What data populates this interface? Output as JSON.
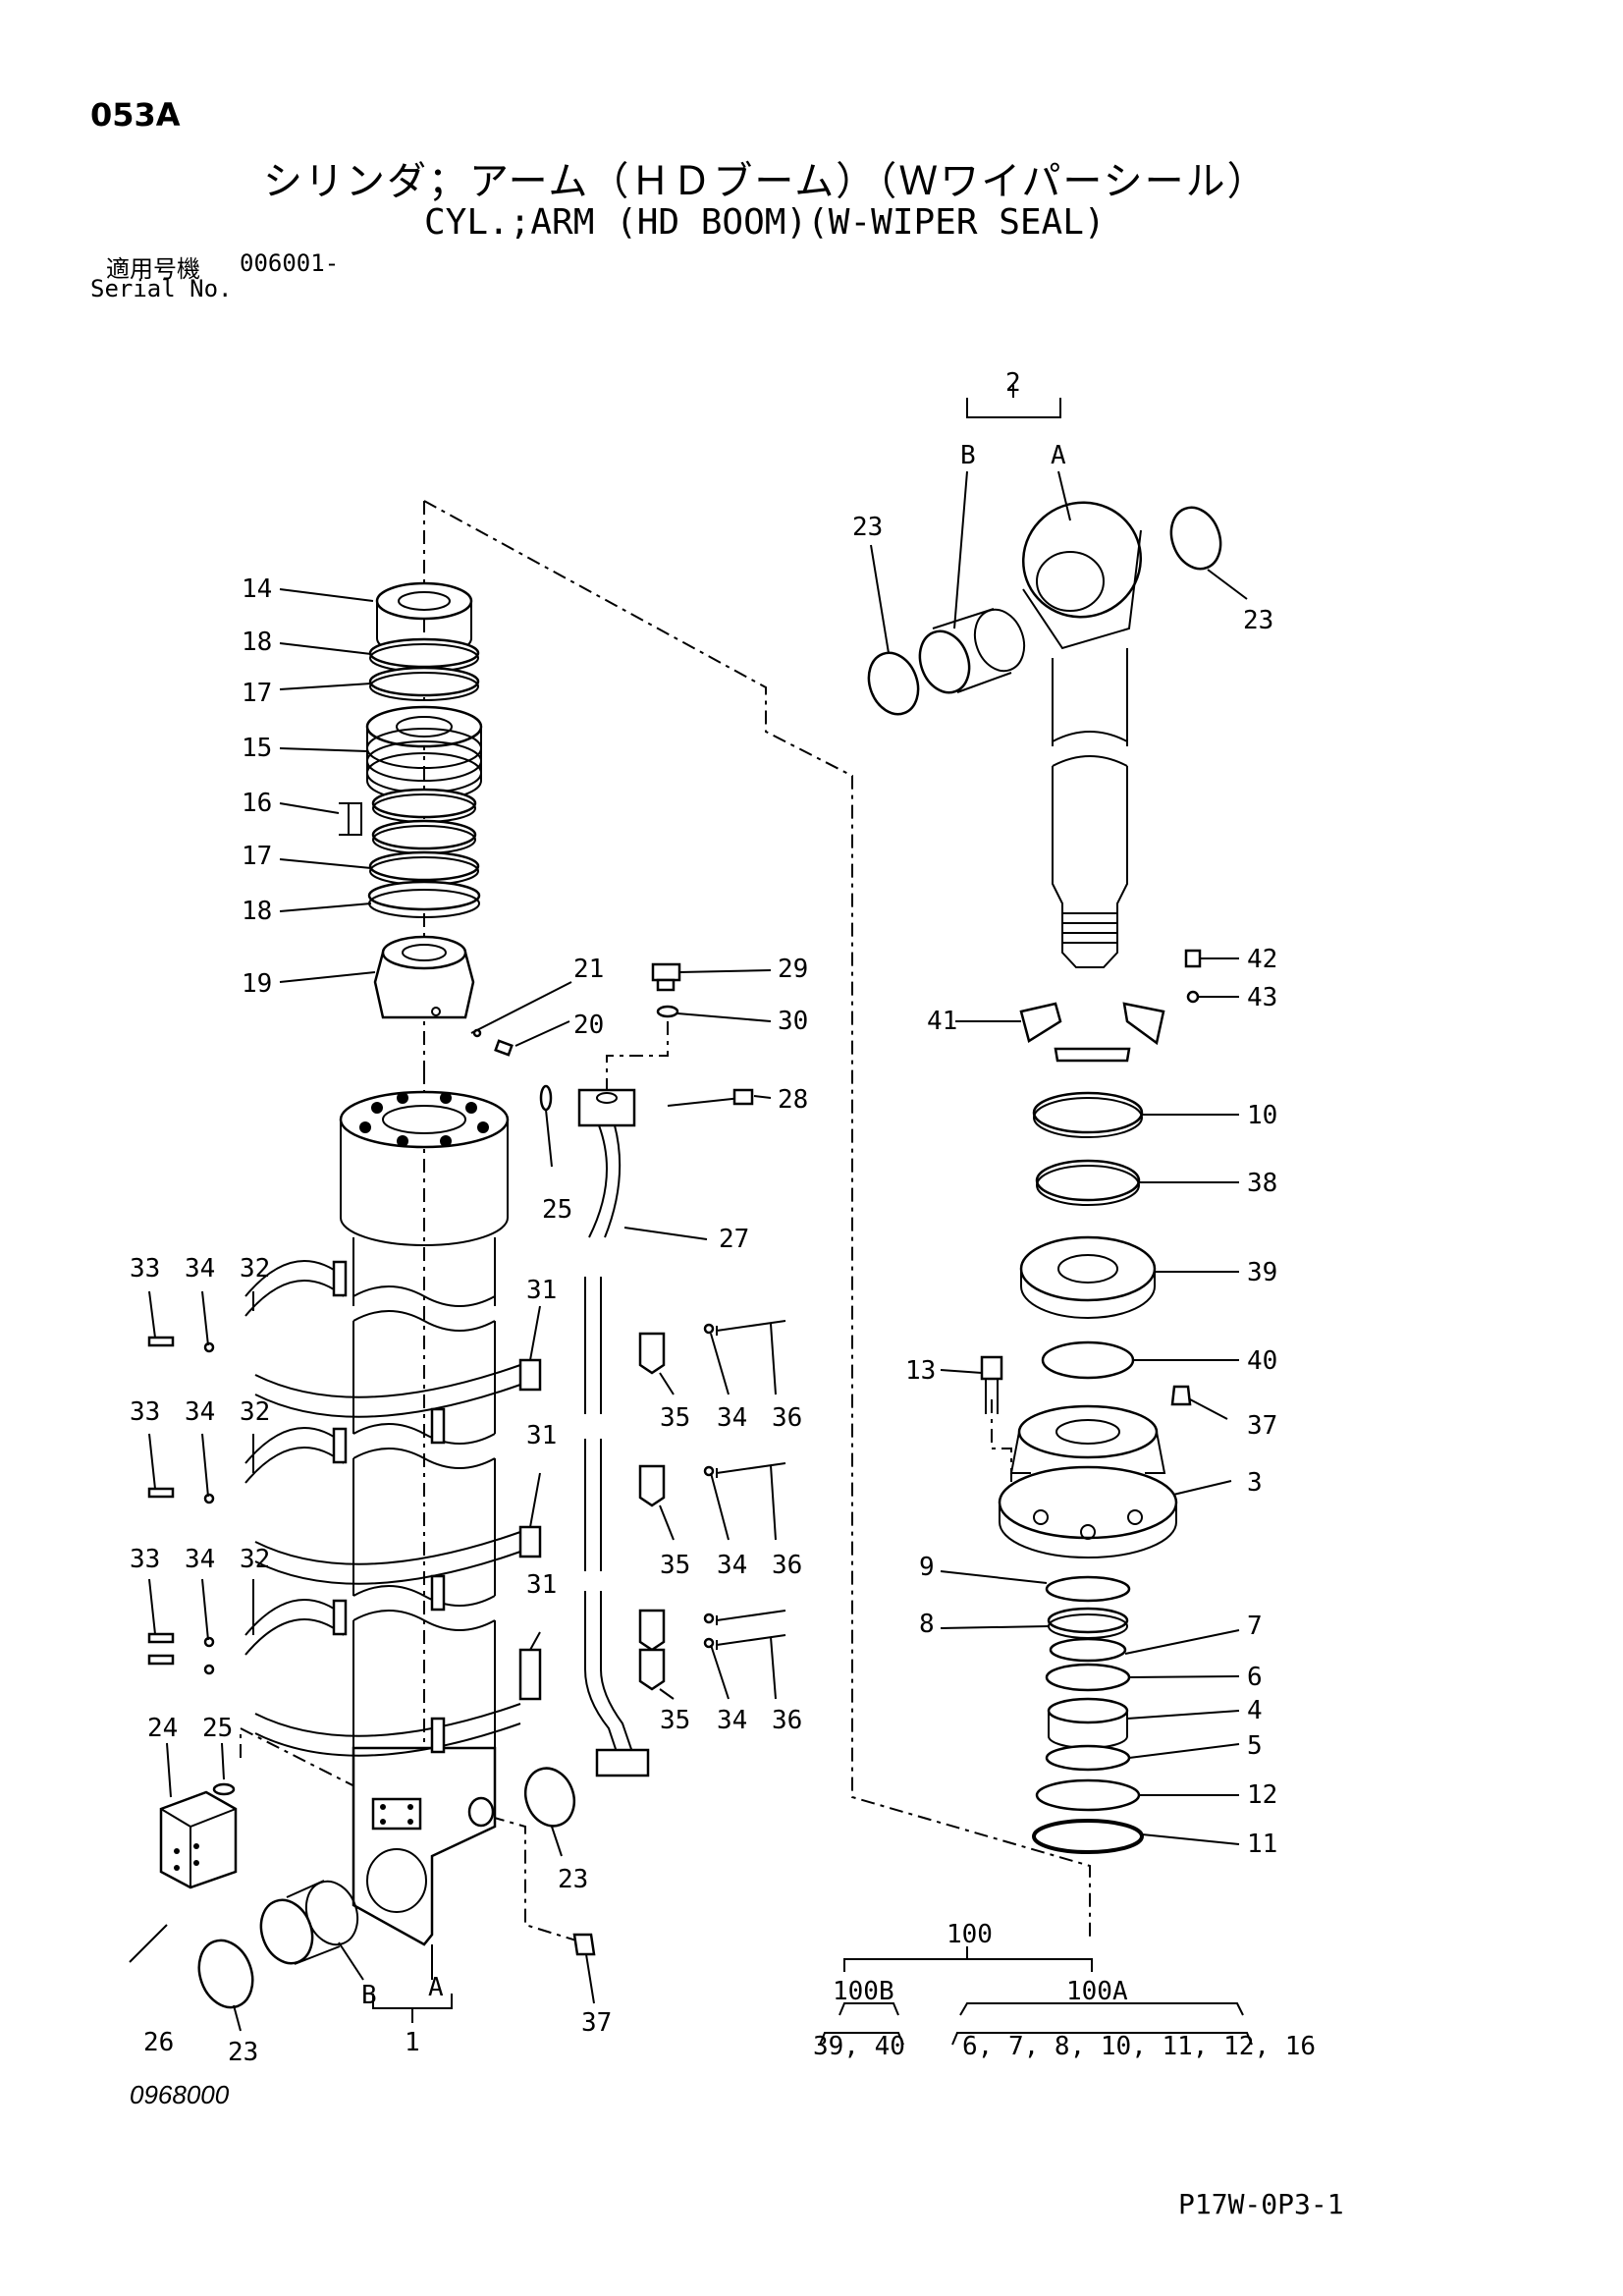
{
  "header": {
    "page_code": "053A",
    "title_jp": "シリンダ；アーム（ＨＤブーム）（Ｗワイパーシール）",
    "title_en": "CYL.;ARM (HD BOOM)(W-WIPER SEAL)",
    "serial_label_jp": "適用号機",
    "serial_value": "006001-",
    "serial_label_en": "Serial No."
  },
  "footer": {
    "drawing_number": "0968000",
    "sheet_reference": "P17W-0P3-1"
  },
  "callouts": {
    "c14": "14",
    "c18a": "18",
    "c17a": "17",
    "c15": "15",
    "c16": "16",
    "c17b": "17",
    "c18b": "18",
    "c19": "19",
    "c21": "21",
    "c20": "20",
    "c29": "29",
    "c30": "30",
    "c28": "28",
    "c25a": "25",
    "c27": "27",
    "c33a": "33",
    "c34a": "34",
    "c32a": "32",
    "c31a": "31",
    "c35a": "35",
    "c34b": "34",
    "c36a": "36",
    "c33b": "33",
    "c34c": "34",
    "c32b": "32",
    "c31b": "31",
    "c35b": "35",
    "c34d": "34",
    "c36b": "36",
    "c33c": "33",
    "c34e": "34",
    "c32c": "32",
    "c31c": "31",
    "c35c": "35",
    "c34f": "34",
    "c36c": "36",
    "c24": "24",
    "c25b": "25",
    "c23a": "23",
    "c26": "26",
    "c23b": "23",
    "cB1": "B",
    "cA1": "A",
    "c1": "1",
    "c37a": "37",
    "c2": "2",
    "cB2": "B",
    "cA2": "A",
    "c23c": "23",
    "c23d": "23",
    "c42": "42",
    "c43": "43",
    "c41": "41",
    "c10": "10",
    "c38": "38",
    "c39": "39",
    "c40": "40",
    "c13": "13",
    "c37b": "37",
    "c3": "3",
    "c9": "9",
    "c8": "8",
    "c7": "7",
    "c6": "6",
    "c4": "4",
    "c5": "5",
    "c12": "12",
    "c11": "11"
  },
  "kits": {
    "kit_100": "100",
    "kit_100B": "100B",
    "kit_100A": "100A",
    "kit_100B_contents": "39, 40",
    "kit_100A_contents": "6, 7, 8, 10, 11, 12, 16"
  }
}
